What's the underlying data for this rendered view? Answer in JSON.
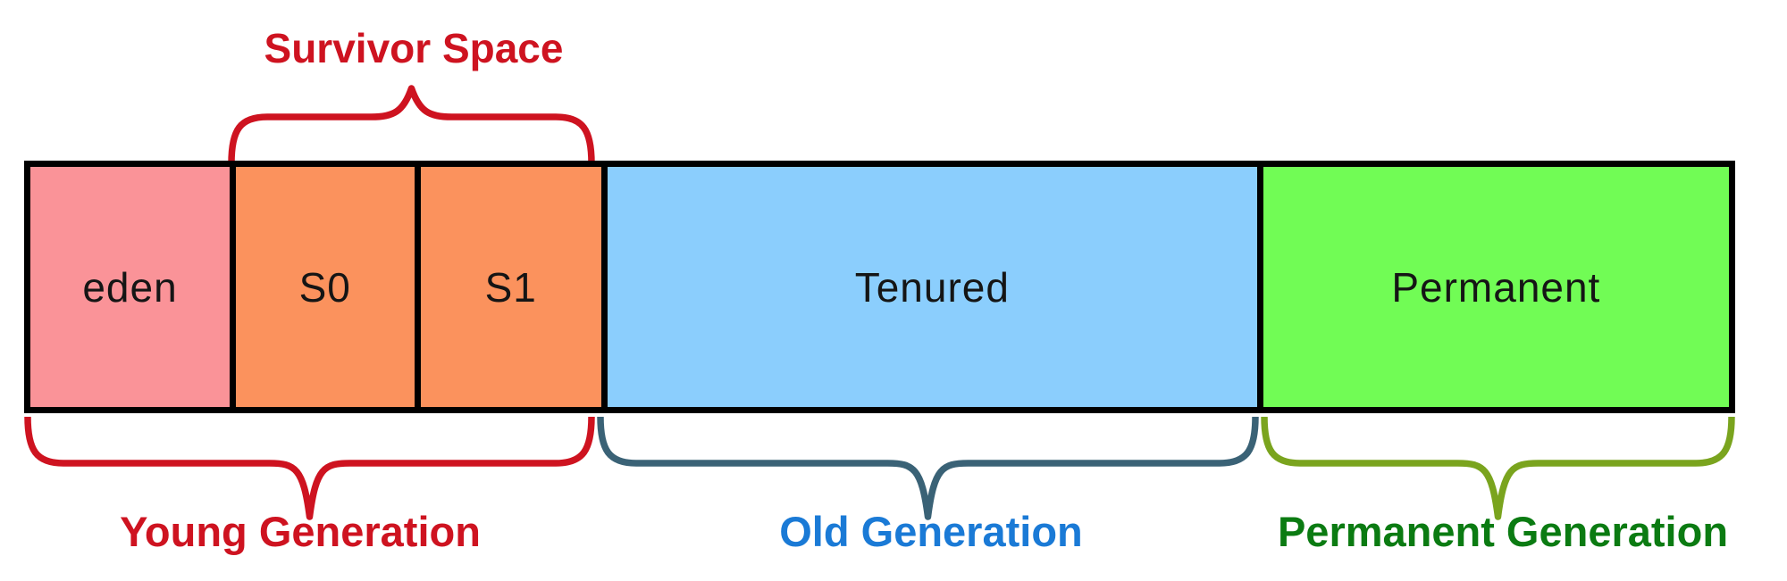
{
  "diagram": {
    "survivor_space": {
      "label": "Survivor Space"
    },
    "segments": [
      {
        "id": "eden",
        "label": "eden"
      },
      {
        "id": "s0",
        "label": "S0"
      },
      {
        "id": "s1",
        "label": "S1"
      },
      {
        "id": "tenured",
        "label": "Tenured"
      },
      {
        "id": "permanent",
        "label": "Permanent"
      }
    ],
    "groups": [
      {
        "id": "young",
        "label": "Young Generation"
      },
      {
        "id": "old",
        "label": "Old Generation"
      },
      {
        "id": "permanent",
        "label": "Permanent Generation"
      }
    ],
    "colors": {
      "eden_fill": "#FA9398",
      "survivor_fill": "#FB925D",
      "tenured_fill": "#8BCEFD",
      "permanent_fill": "#71FC55",
      "border": "#000000",
      "red_accent": "#CE1320",
      "old_text": "#1A7AD6",
      "old_brace": "#3A6276",
      "permanent_text": "#0B7B12",
      "permanent_brace": "#7AA41E",
      "segment_text": "#151515"
    }
  }
}
